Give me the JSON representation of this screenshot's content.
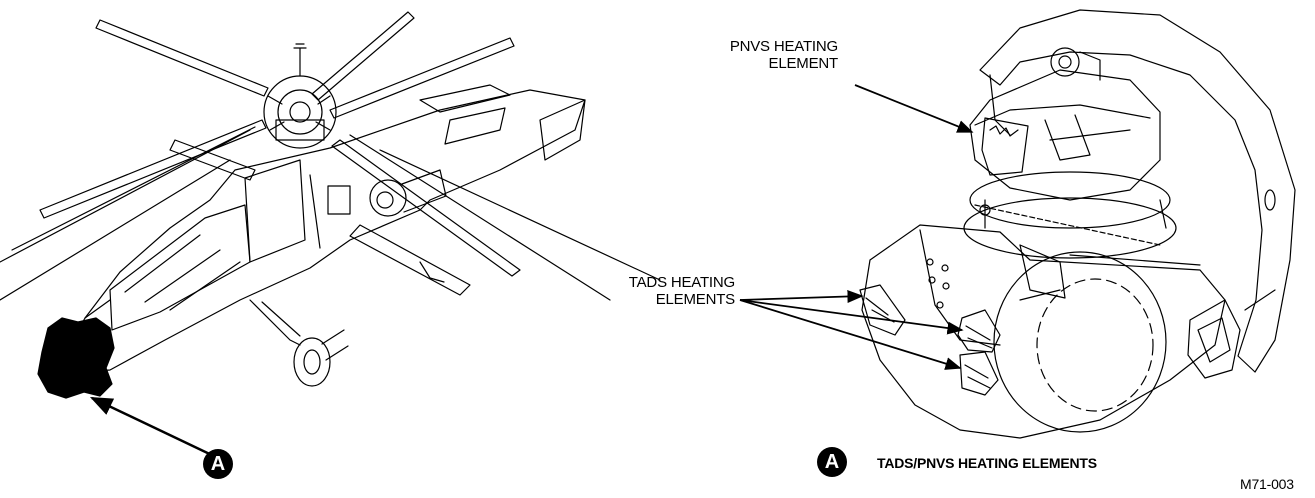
{
  "labels": {
    "pnvs_heating_element": [
      "PNVS HEATING",
      "ELEMENT"
    ],
    "tads_heating_elements": [
      "TADS HEATING",
      "ELEMENTS"
    ]
  },
  "callout": {
    "letter": "A"
  },
  "caption": {
    "text": "TADS/PNVS HEATING ELEMENTS"
  },
  "figure_number": "M71-003"
}
